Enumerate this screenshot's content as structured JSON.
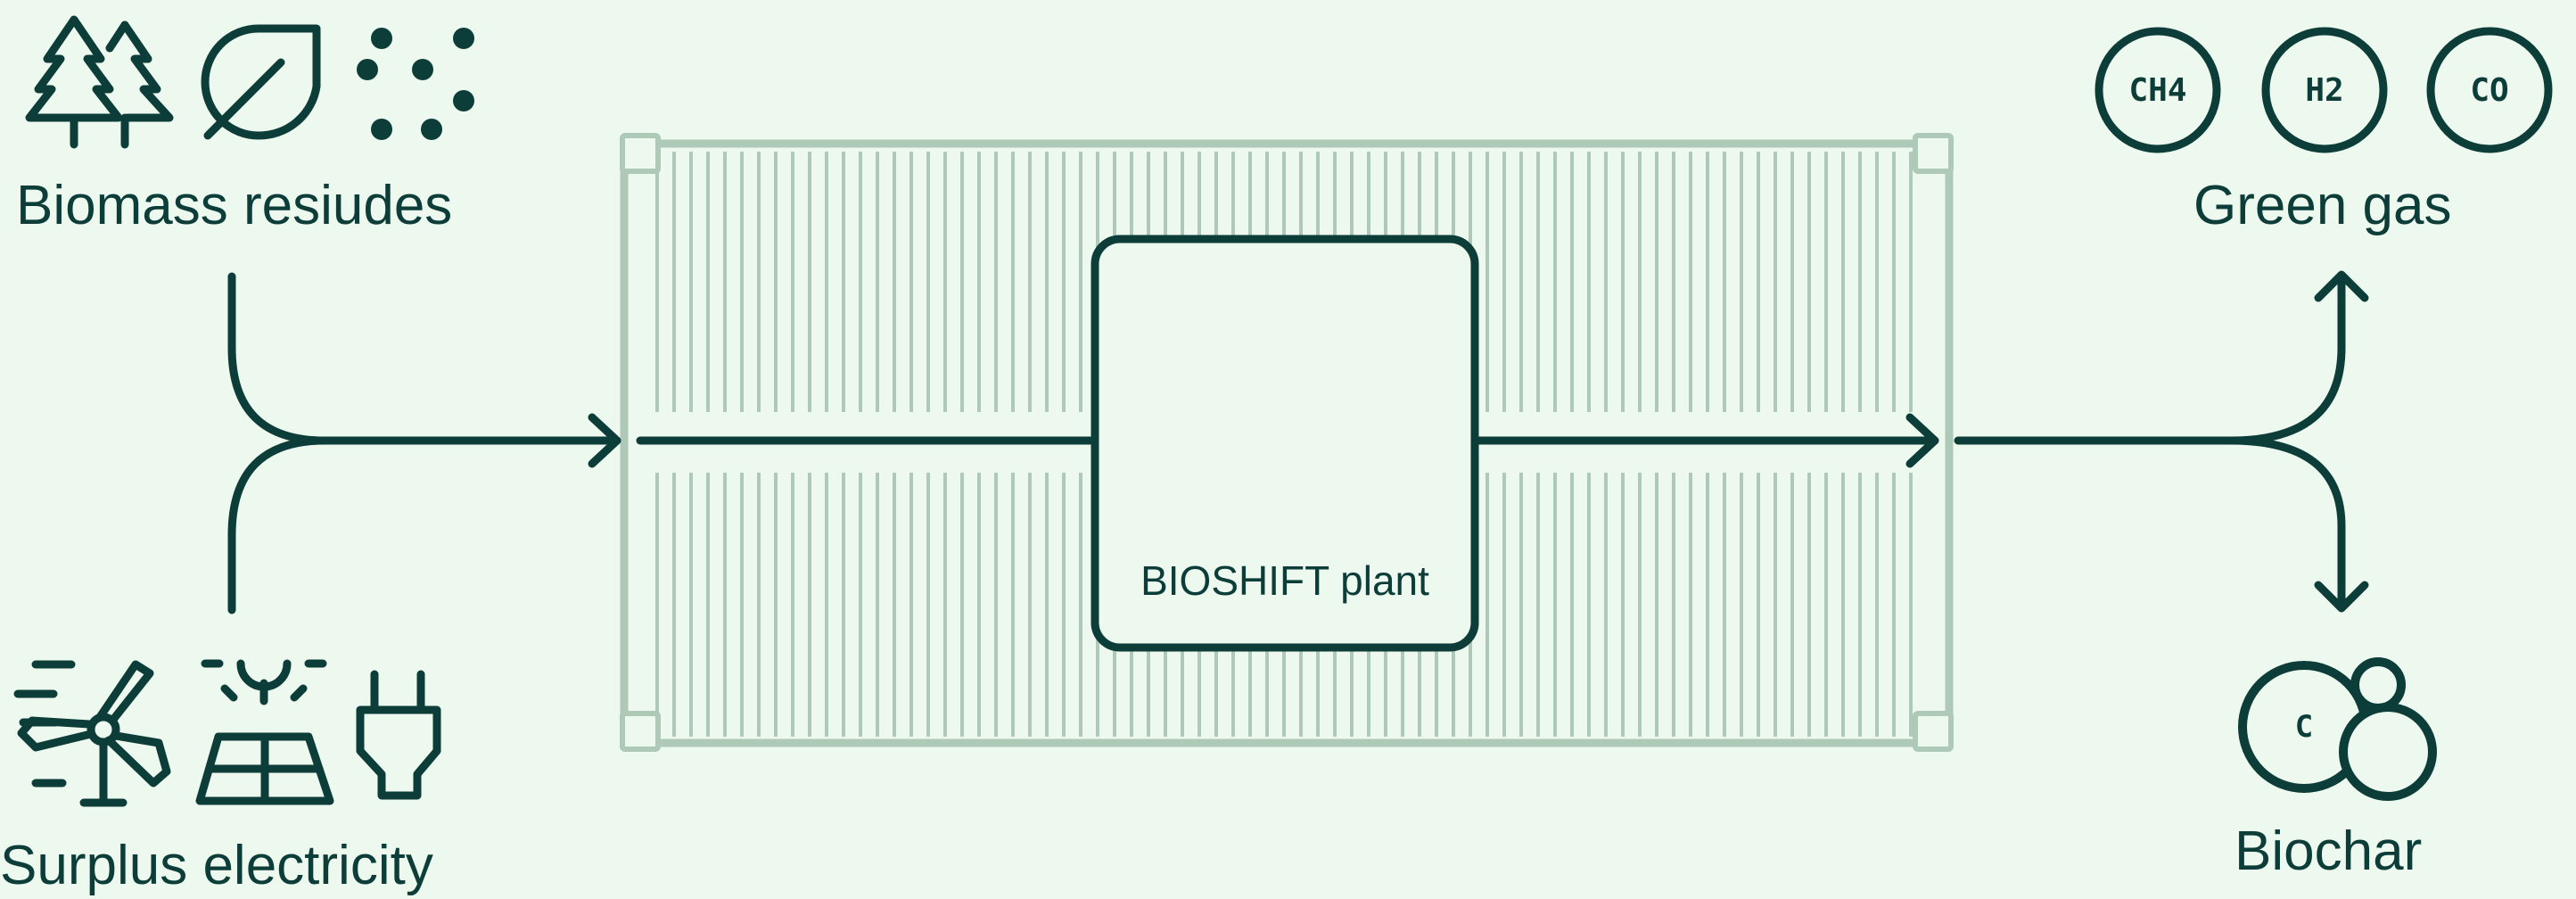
{
  "inputs": {
    "biomass_label": "Biomass resiudes",
    "electricity_label": "Surplus electricity"
  },
  "plant": {
    "label": "BIOSHIFT plant"
  },
  "outputs": {
    "green_gas_label": "Green gas",
    "biochar_label": "Biochar",
    "gases": [
      "CH4",
      "H2",
      "CO"
    ],
    "carbon_symbol": "C"
  },
  "colors": {
    "background": "#edf8ee",
    "ink": "#0d3d38",
    "container": "#afc9b8"
  },
  "icons": {
    "biomass": [
      "trees-icon",
      "leaf-icon",
      "particles-icon"
    ],
    "electricity": [
      "wind-turbine-icon",
      "solar-panel-icon",
      "plug-icon"
    ],
    "biochar": "biochar-icon"
  }
}
